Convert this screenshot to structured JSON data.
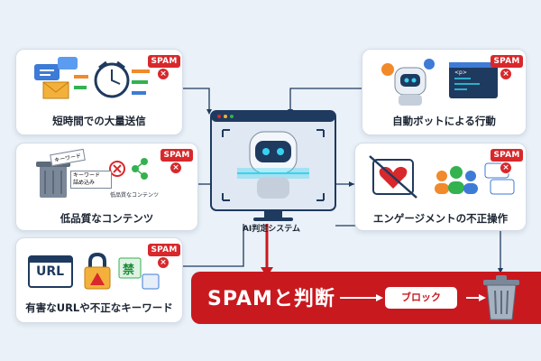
{
  "cards": {
    "mass_sending": {
      "label": "短時間での大量送信",
      "badge": "SPAM"
    },
    "low_quality": {
      "label": "低品質なコンテンツ",
      "badge": "SPAM",
      "tag_keyword": "キーワード",
      "tag_stuffing": "キーワード\n詰め込み",
      "tag_content": "低品質なコンテンツ"
    },
    "harmful_url": {
      "label": "有害なURLや不正なキーワード",
      "badge": "SPAM",
      "url_text": "URL",
      "kanji": "禁"
    },
    "auto_bot": {
      "label": "自動ボットによる行動",
      "badge": "SPAM",
      "code_text": "<p>"
    },
    "engagement": {
      "label": "エンゲージメントの不正操作",
      "badge": "SPAM"
    }
  },
  "ai": {
    "label": "AI判定システム"
  },
  "banner": {
    "title": "SPAMと判断",
    "block_label": "ブロック"
  },
  "colors": {
    "red": "#c8191f",
    "navy": "#1f3a5f",
    "blue": "#3d7bd6",
    "cyan": "#36d3f0"
  }
}
